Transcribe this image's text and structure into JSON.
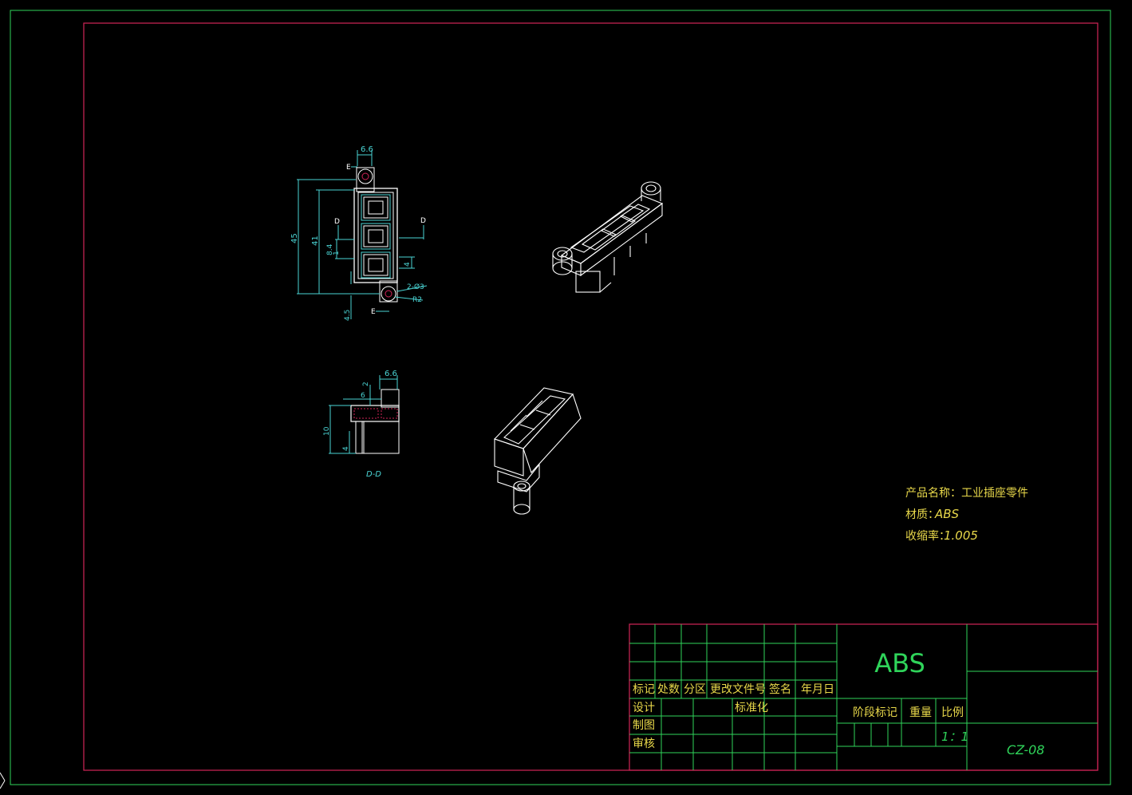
{
  "product": {
    "name_label": "产品名称：工业插座零件",
    "material_label": "材质：",
    "material_value": "ABS",
    "shrink_label": "收缩率：",
    "shrink_value": "1.005"
  },
  "title_block": {
    "material": "ABS",
    "headers": [
      "标记",
      "处数",
      "分区",
      "更改文件号",
      "签名",
      "年月日"
    ],
    "row_design": "设计",
    "row_standard": "标准化",
    "row_draw": "制图",
    "row_review": "审核",
    "stage_mark": "阶段标记",
    "weight": "重量",
    "scale_label": "比例",
    "scale_value": "1：1",
    "drawing_no": "CZ-08"
  },
  "dimensions": {
    "top_width": "6.6",
    "height_total": "45",
    "height_inner": "41",
    "dim_8_4": "8.4",
    "dim_1": "1",
    "dim_4": "4",
    "dim_2_phi3": "2-Ø3",
    "dim_r2": "R2",
    "dim_4_5": "4.5",
    "section_e": "E",
    "section_d": "D",
    "sec_width": "6.6",
    "sec_2": "2",
    "sec_6": "6",
    "sec_10": "10",
    "sec_4": "4",
    "section_label": "D-D"
  }
}
